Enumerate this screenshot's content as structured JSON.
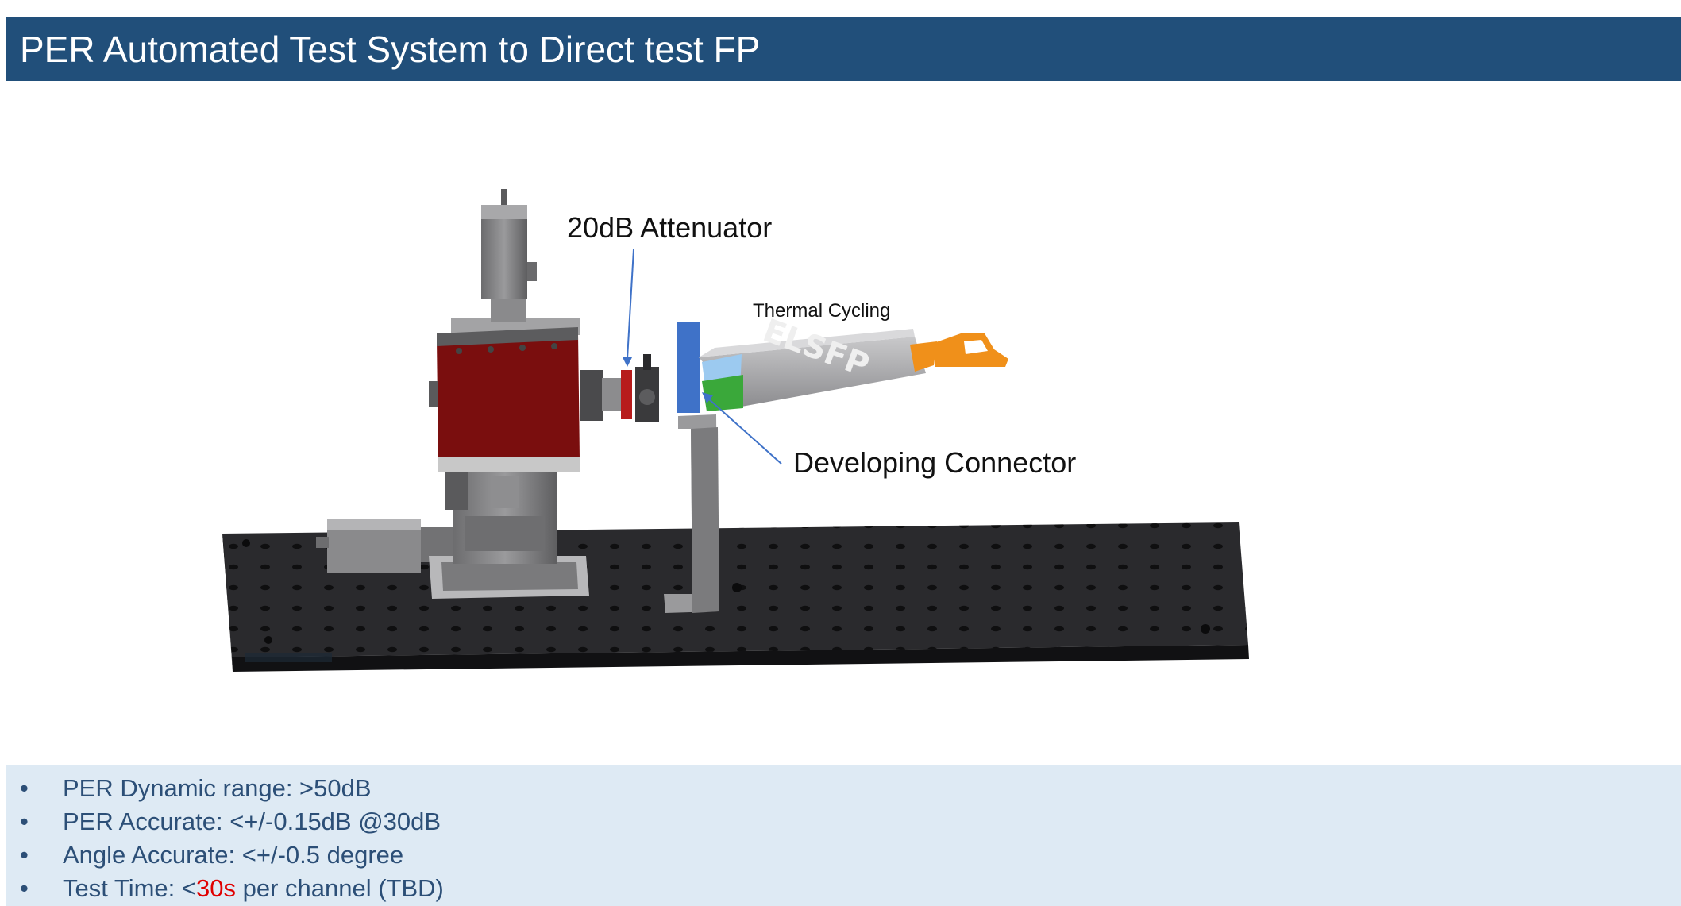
{
  "title": "PER Automated Test System to Direct test FP",
  "figure": {
    "labels": {
      "attenuator": "20dB Attenuator",
      "thermal": "Thermal Cycling",
      "connector": "Developing Connector"
    },
    "module_logo": "ELSFP",
    "colors": {
      "title_bar": "#214f7a",
      "spec_panel": "#deeaf4",
      "spec_text": "#2c4f77",
      "emphasis": "#e00000",
      "connector_block": "#3f72c8",
      "stage_housing": "#7a0e0e",
      "handle": "#f0901a",
      "breadboard": "#2a2a2d"
    }
  },
  "specs": {
    "bullet": "•",
    "items": [
      {
        "text": "PER Dynamic range: >50dB"
      },
      {
        "text": "PER Accurate: <+/-0.15dB @30dB"
      },
      {
        "text": "Angle Accurate: <+/-0.5 degree"
      },
      {
        "prefix": "Test Time:  <",
        "emphasis": "30s",
        "suffix": " per channel (TBD)"
      }
    ]
  }
}
